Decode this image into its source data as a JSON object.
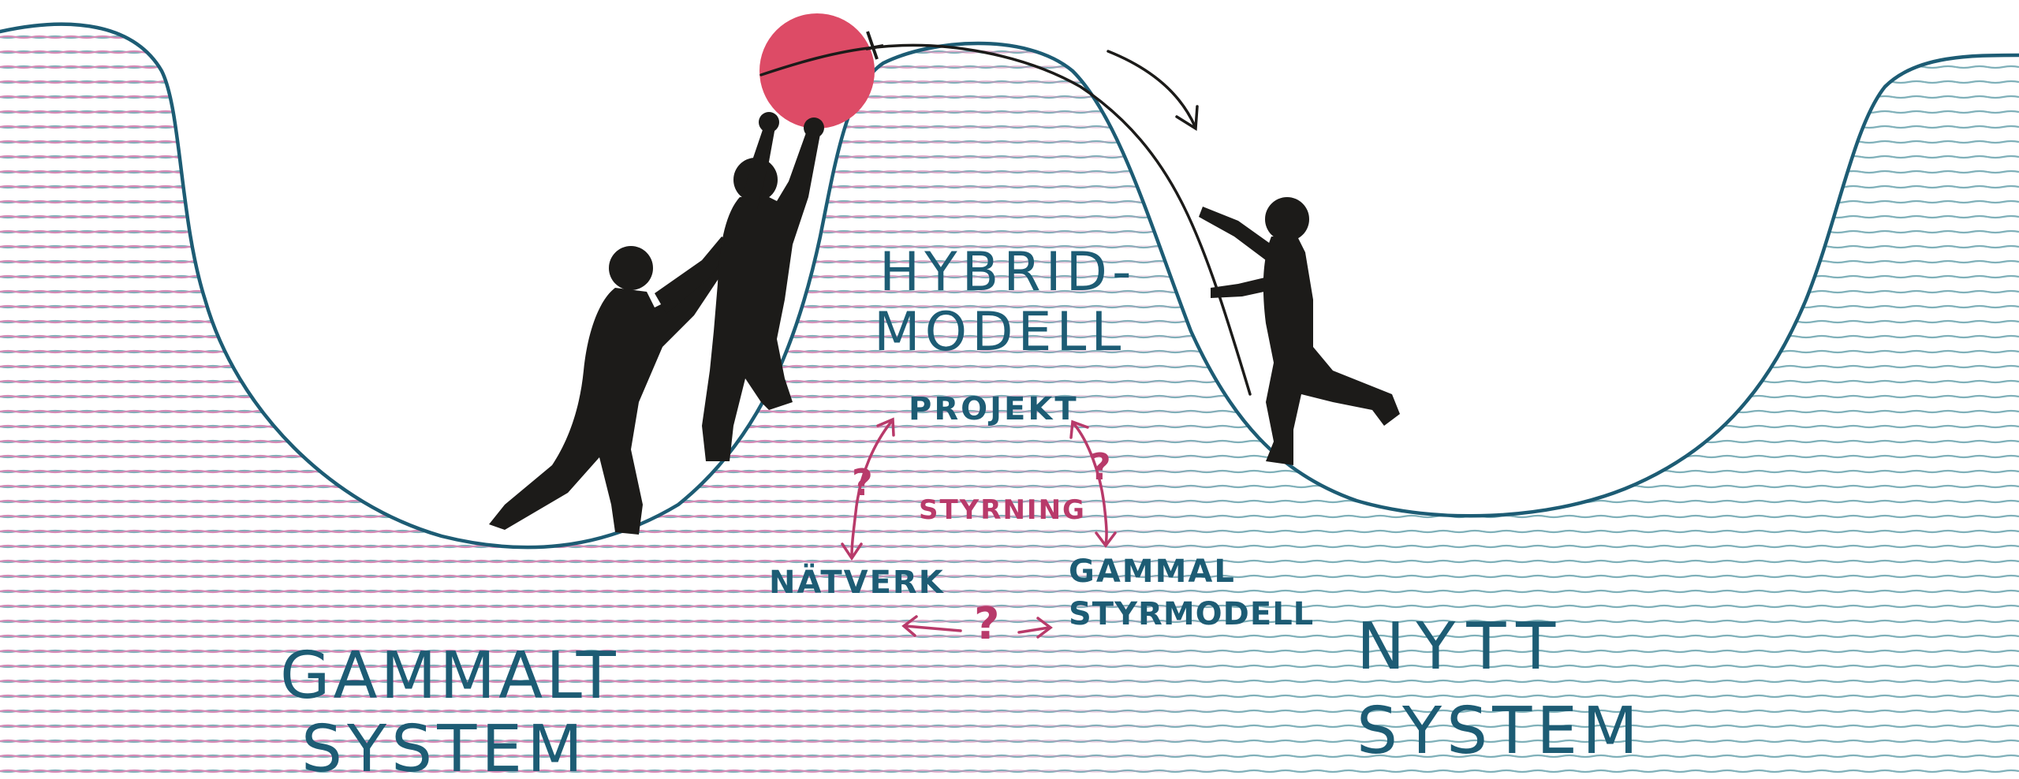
{
  "colors": {
    "terrain_line": "#1d5c74",
    "left_hatch": "#d58ab6",
    "right_hatch": "#7fb0b9",
    "ball": "#dd4b66",
    "ink_pink": "#b83a6a",
    "ink_teal": "#1d5c74",
    "figure": "#1c1b19"
  },
  "labels": {
    "old_system_line1": "GAMMALT",
    "old_system_line2": "SYSTEM",
    "new_system_line1": "NYTT",
    "new_system_line2": "SYSTEM",
    "hybrid_line1": "HYBRID-",
    "hybrid_line2": "MODELL",
    "project": "PROJEKT",
    "network": "NÄTVERK",
    "old_governance_line1": "GAMMAL",
    "old_governance_line2": "STYRMODELL",
    "governance": "STYRNING",
    "question": "?"
  },
  "icons": {
    "ball": "red-ball-icon",
    "rope": "rope-icon",
    "direction_arrow": "curved-arrow-icon",
    "people": "person-silhouette-icon"
  }
}
